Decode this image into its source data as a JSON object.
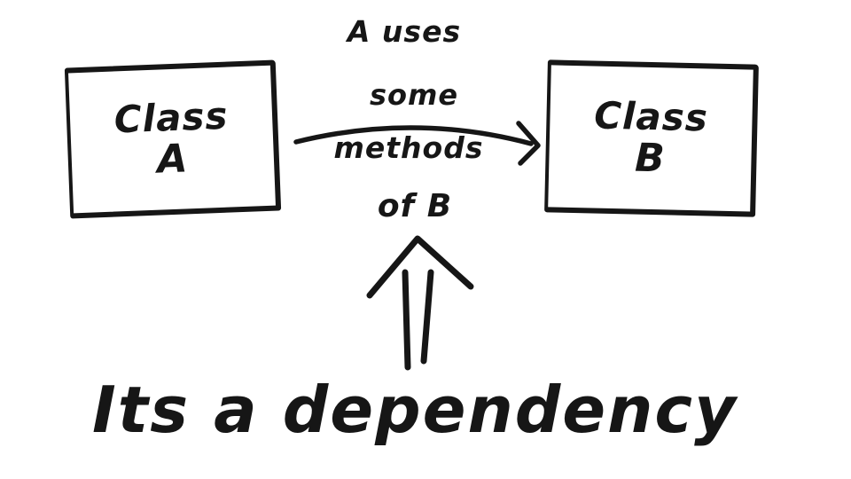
{
  "colors": {
    "ink": "#161616",
    "background": "#ffffff"
  },
  "nodes": {
    "class_a": {
      "line1": "Class",
      "line2": "A"
    },
    "class_b": {
      "line1": "Class",
      "line2": "B"
    }
  },
  "arrow_label": {
    "line1": "A uses",
    "line2": "some",
    "line3": "methods",
    "line4": "of B"
  },
  "caption": "Its a dependency",
  "icons": {
    "dependency_arrow": "curved-right-arrow",
    "caption_pointer": "double-shaft-up-arrow"
  }
}
